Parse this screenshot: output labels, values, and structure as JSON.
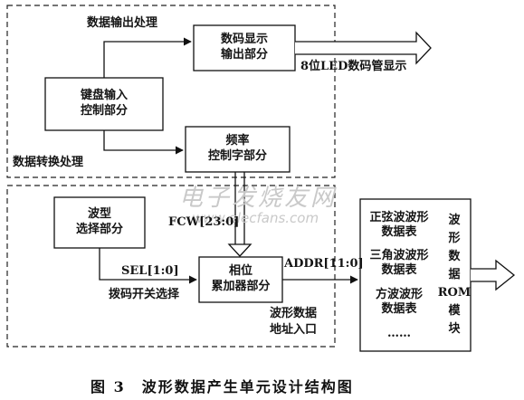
{
  "blocks": {
    "keyboard": "键盘输入\n控制部分",
    "digit_display": "数码显示\n输出部分",
    "freq_word": "频率\n控制字部分",
    "waveform_select": "波型\n选择部分",
    "phase_acc": "相位\n累加器部分",
    "rom_title": "波\n形\n数\n据\nROM\n模\n块",
    "sine_table": "正弦波波形\n数据表",
    "tri_table": "三角波波形\n数据表",
    "square_table": "方波波形\n数据表",
    "more": "……"
  },
  "labels": {
    "data_output": "数据输出处理",
    "data_convert": "数据转换处理",
    "led_display": "8位LED数码管显示",
    "fcw": "FCW[23:0]",
    "sel": "SEL[1:0]",
    "addr": "ADDR[11:0]",
    "dip_switch": "拨码开关选择",
    "wave_addr": "波形数据\n地址入口"
  },
  "watermark": {
    "cn": "电子发烧友网",
    "url": "www.elecfans.com"
  },
  "caption": "图 3　波形数据产生单元设计结构图"
}
